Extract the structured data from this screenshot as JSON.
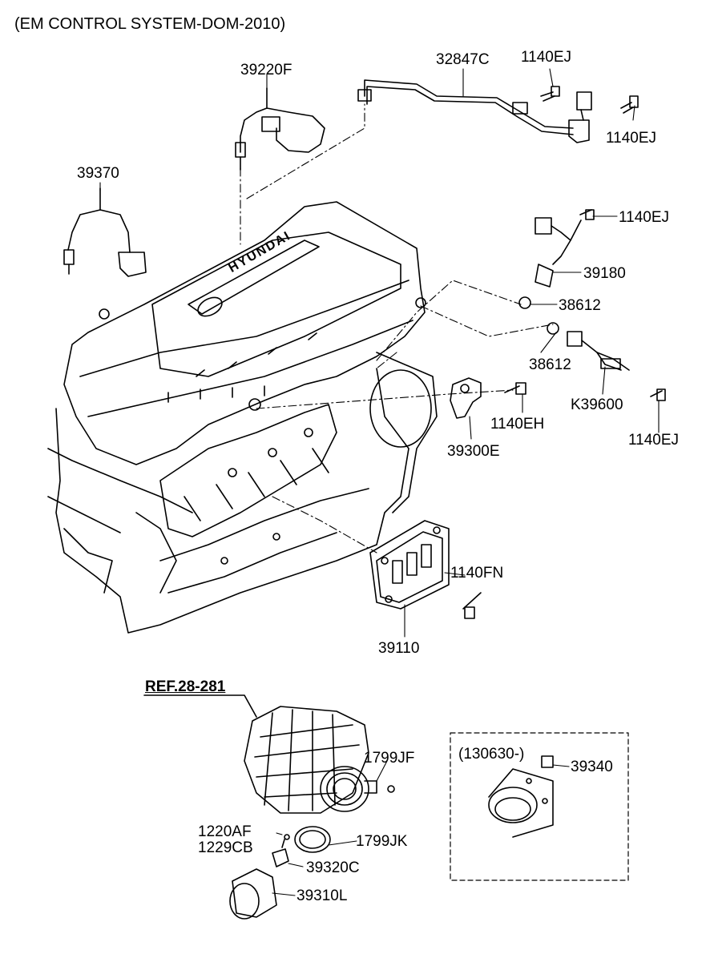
{
  "title": "(EM CONTROL SYSTEM-DOM-2010)",
  "parts": {
    "p39220F": "39220F",
    "p32847C": "32847C",
    "p1140EJ_a": "1140EJ",
    "p1140EJ_b": "1140EJ",
    "p39370": "39370",
    "p1140EJ_c": "1140EJ",
    "p39180": "39180",
    "p38612_a": "38612",
    "p38612_b": "38612",
    "pK39600": "K39600",
    "p1140EH": "1140EH",
    "p1140EJ_d": "1140EJ",
    "p39300E": "39300E",
    "p1140FN": "1140FN",
    "p39110": "39110",
    "ref": "REF.28-281",
    "p1799JF": "1799JF",
    "p1220AF": "1220AF",
    "p1229CB": "1229CB",
    "p1799JK": "1799JK",
    "p39320C": "39320C",
    "p39310L": "39310L",
    "pRange": "(130630-)",
    "p39340": "39340"
  },
  "logo_text": "HYUNDAI",
  "colors": {
    "line": "#000000",
    "background": "#ffffff"
  }
}
